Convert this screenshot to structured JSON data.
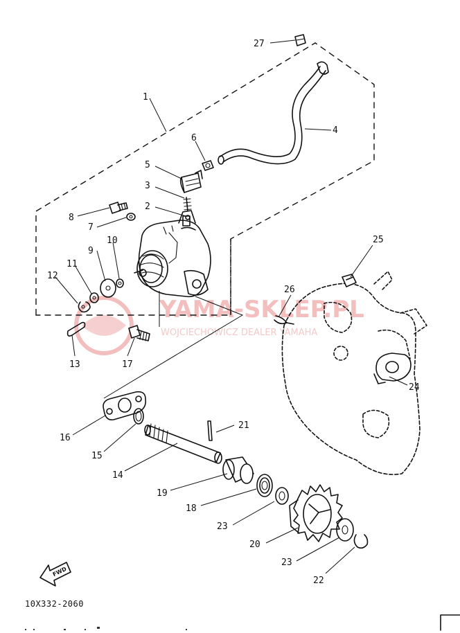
{
  "diagram": {
    "part_code": "10X332-2060",
    "fwd_label": "FWD",
    "watermark": {
      "title": "YAMA-SKLEP.PL",
      "subtitle": "WOJCIECHOWICZ DEALER YAMAHA"
    },
    "callouts": {
      "c1": "1",
      "c2": "2",
      "c3": "3",
      "c4": "4",
      "c5": "5",
      "c6": "6",
      "c7": "7",
      "c8": "8",
      "c9": "9",
      "c10": "10",
      "c11": "11",
      "c12": "12",
      "c13": "13",
      "c14": "14",
      "c15": "15",
      "c16": "16",
      "c17": "17",
      "c18": "18",
      "c19": "19",
      "c20": "20",
      "c21": "21",
      "c22": "22",
      "c23a": "23",
      "c23b": "23",
      "c24": "24",
      "c25": "25",
      "c26": "26",
      "c27": "27"
    }
  }
}
